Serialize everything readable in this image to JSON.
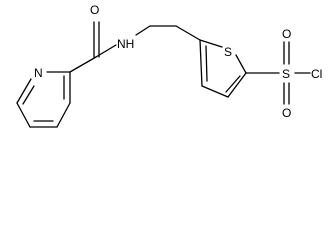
{
  "molecule": {
    "atoms": {
      "carbonyl_oxygen": "O",
      "amide_nitrogen": "NH",
      "pyridine_nitrogen": "N",
      "thiophene_sulfur": "S",
      "sulfonyl_sulfur": "S",
      "sulfonyl_oxygen_top": "O",
      "sulfonyl_oxygen_bottom": "O",
      "chlorine": "Cl"
    }
  }
}
